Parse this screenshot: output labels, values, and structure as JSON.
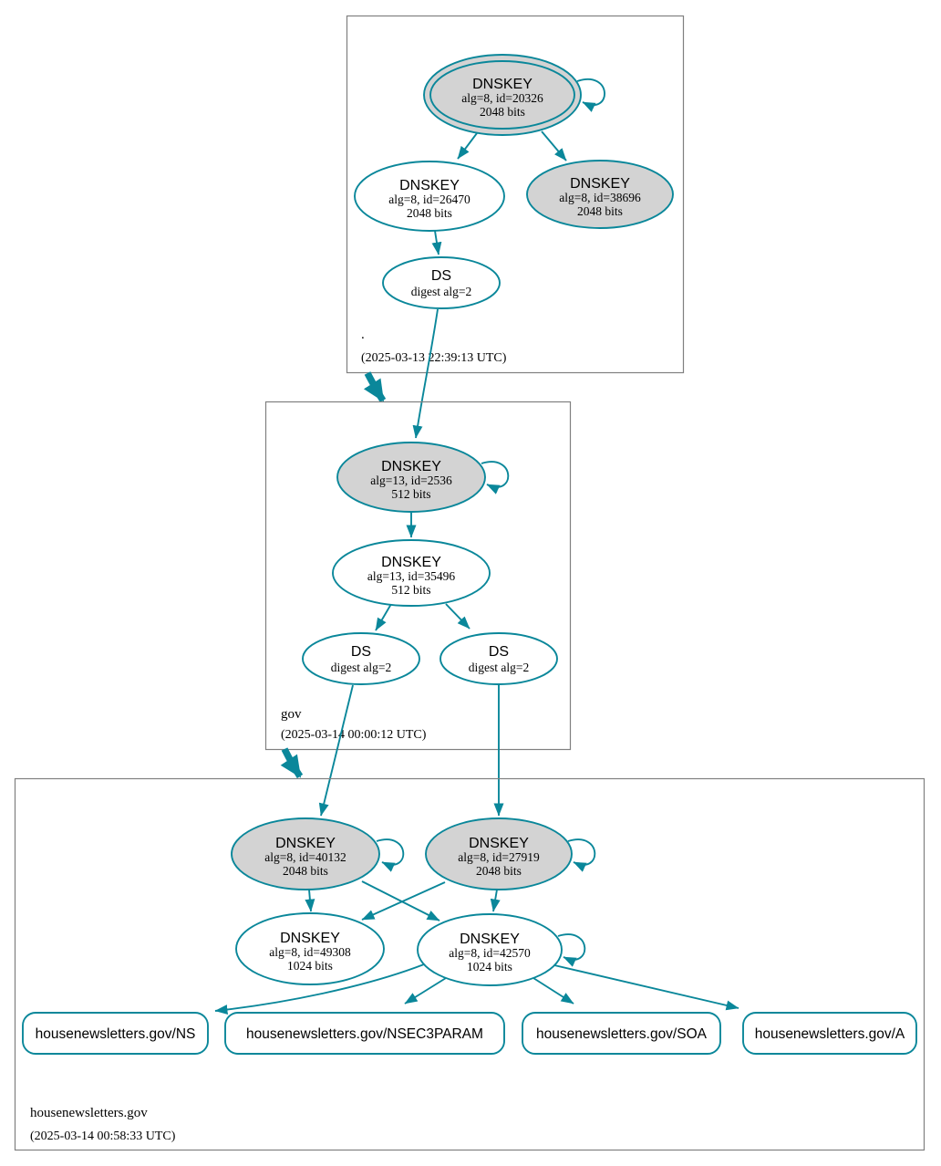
{
  "colors": {
    "edge_teal": "#0a879a",
    "node_fill_gray": "#d3d3d3",
    "node_fill_white": "#ffffff",
    "zone_border_gray": "#808080",
    "text": "#000000",
    "background": "#ffffff"
  },
  "zones": [
    {
      "name": ".",
      "timestamp": "(2025-03-13 22:39:13 UTC)",
      "nodes": [
        {
          "title": "DNSKEY",
          "detail": "alg=8, id=20326",
          "bits": "2048 bits"
        },
        {
          "title": "DNSKEY",
          "detail": "alg=8, id=26470",
          "bits": "2048 bits"
        },
        {
          "title": "DNSKEY",
          "detail": "alg=8, id=38696",
          "bits": "2048 bits"
        },
        {
          "title": "DS",
          "detail": "digest alg=2"
        }
      ]
    },
    {
      "name": "gov",
      "timestamp": "(2025-03-14 00:00:12 UTC)",
      "nodes": [
        {
          "title": "DNSKEY",
          "detail": "alg=13, id=2536",
          "bits": "512 bits"
        },
        {
          "title": "DNSKEY",
          "detail": "alg=13, id=35496",
          "bits": "512 bits"
        },
        {
          "title": "DS",
          "detail": "digest alg=2"
        },
        {
          "title": "DS",
          "detail": "digest alg=2"
        }
      ]
    },
    {
      "name": "housenewsletters.gov",
      "timestamp": "(2025-03-14 00:58:33 UTC)",
      "nodes": [
        {
          "title": "DNSKEY",
          "detail": "alg=8, id=40132",
          "bits": "2048 bits"
        },
        {
          "title": "DNSKEY",
          "detail": "alg=8, id=27919",
          "bits": "2048 bits"
        },
        {
          "title": "DNSKEY",
          "detail": "alg=8, id=49308",
          "bits": "1024 bits"
        },
        {
          "title": "DNSKEY",
          "detail": "alg=8, id=42570",
          "bits": "1024 bits"
        }
      ],
      "rrsets": [
        {
          "label": "housenewsletters.gov/NS"
        },
        {
          "label": "housenewsletters.gov/NSEC3PARAM"
        },
        {
          "label": "housenewsletters.gov/SOA"
        },
        {
          "label": "housenewsletters.gov/A"
        }
      ]
    }
  ]
}
